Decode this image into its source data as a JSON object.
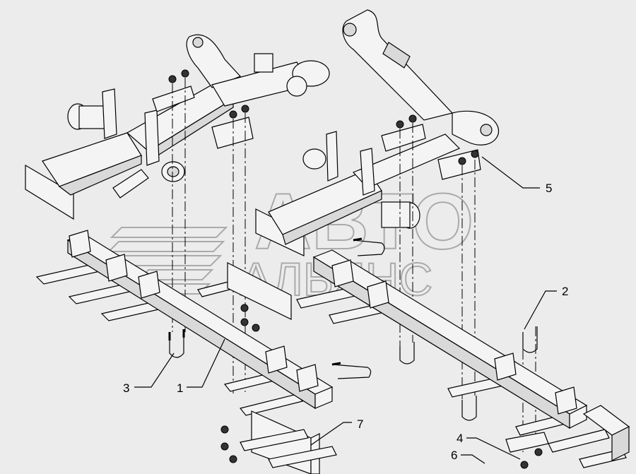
{
  "diagram": {
    "callouts": [
      {
        "id": "1",
        "label": "1"
      },
      {
        "id": "2",
        "label": "2"
      },
      {
        "id": "3",
        "label": "3"
      },
      {
        "id": "4",
        "label": "4"
      },
      {
        "id": "5",
        "label": "5"
      },
      {
        "id": "6",
        "label": "6"
      },
      {
        "id": "7",
        "label": "7"
      }
    ],
    "watermark": {
      "line1": "АВТО",
      "line2": "АЛЬЯНС"
    }
  }
}
